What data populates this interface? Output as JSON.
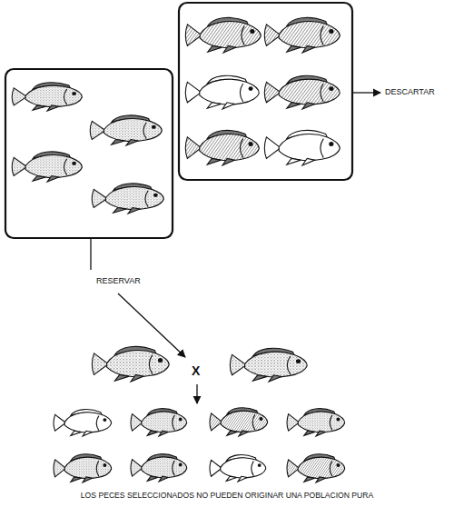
{
  "diagram": {
    "caption": "LOS PECES SELECCIONADOS NO PUEDEN ORIGINAR UNA POBLACION PURA",
    "labels": [
      "DESCARTAR",
      "RESERVAR",
      "X"
    ]
  }
}
